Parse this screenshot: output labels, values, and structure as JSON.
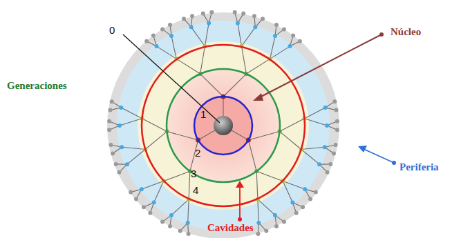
{
  "diagram": {
    "labels": [
      "0",
      "Núcleo",
      "Generaciones",
      "1",
      "2",
      "3",
      "4",
      "Periferia",
      "Cavidades"
    ]
  }
}
